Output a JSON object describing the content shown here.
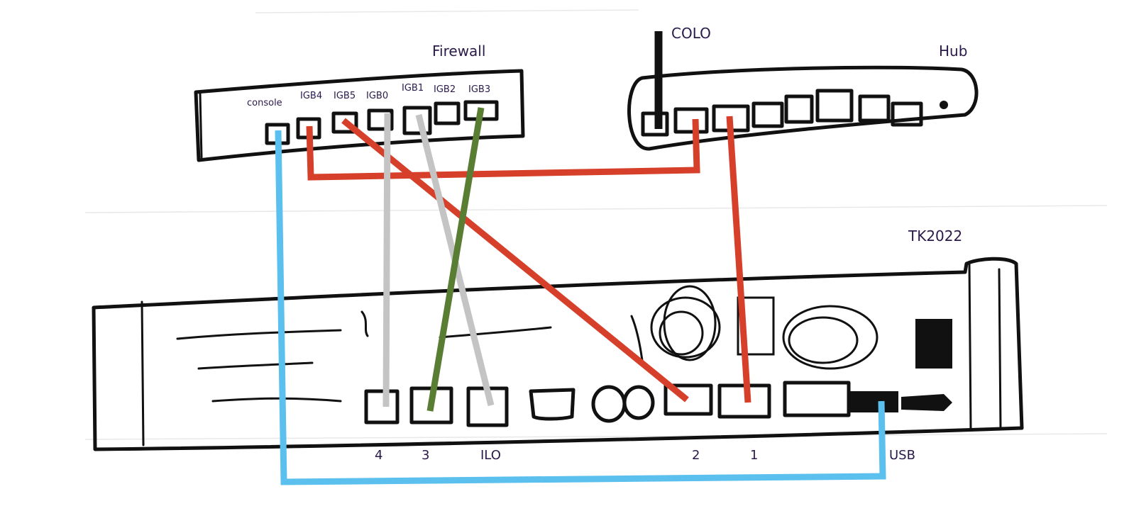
{
  "devices": {
    "firewall": {
      "title": "Firewall",
      "ports": [
        "console",
        "IGB4",
        "IGB5",
        "IGB0",
        "IGB1",
        "IGB2",
        "IGB3"
      ]
    },
    "hub": {
      "title": "Hub",
      "uplink_label": "COLO"
    },
    "server": {
      "title": "TK2022",
      "port_labels": {
        "p4": "4",
        "p3": "3",
        "ilo": "ILO",
        "p2": "2",
        "p1": "1",
        "usb": "USB"
      }
    }
  },
  "cables": [
    {
      "from": "console",
      "to": "USB",
      "color": "#5bc0ee"
    },
    {
      "from": "IGB4",
      "to": "Hub",
      "color": "#d6402a"
    },
    {
      "from": "IGB5",
      "to": "2",
      "color": "#d6402a"
    },
    {
      "from": "IGB0",
      "to": "4",
      "color": "#c4c4c4"
    },
    {
      "from": "IGB1",
      "to": "ILO",
      "color": "#c4c4c4"
    },
    {
      "from": "IGB3",
      "to": "3",
      "color": "#5a7d34"
    },
    {
      "from": "Hub",
      "to": "1",
      "color": "#d6402a"
    }
  ],
  "colors": {
    "ink": "#111111",
    "label": "#2a1a4a"
  }
}
